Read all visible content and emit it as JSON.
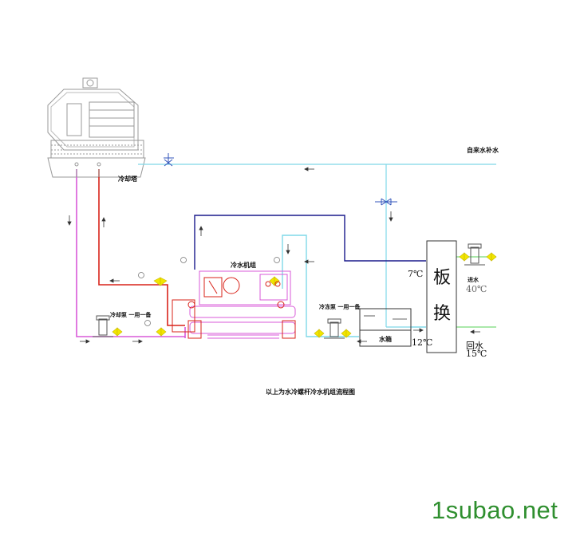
{
  "labels": {
    "cooling_tower": "冷却塔",
    "tap_water": "自来水补水",
    "chiller": "冷水机组",
    "cooling_pump": "冷却泵 一用一备",
    "chilled_pump": "冷冻泵 一用一备",
    "water_tank": "水箱",
    "plate_hx_1": "板",
    "plate_hx_2": "换",
    "temp_7": "7℃",
    "temp_12": "12℃",
    "inlet": "进水",
    "inlet_temp": "40℃",
    "return": "回水",
    "return_temp": "15℃",
    "caption": "以上为水冷螺杆冷水机组流程图"
  },
  "watermark": "1subao.net",
  "colors": {
    "cyan_pipe": "#7fd8e8",
    "magenta_pipe": "#d85ad8",
    "red_pipe": "#d8231a",
    "blue_pipe": "#1a1a8c",
    "green_pipe": "#8ee08e",
    "yellow_valve": "#f2e600",
    "equipment_line": "#999999",
    "watermark": "#2f8f2f"
  }
}
